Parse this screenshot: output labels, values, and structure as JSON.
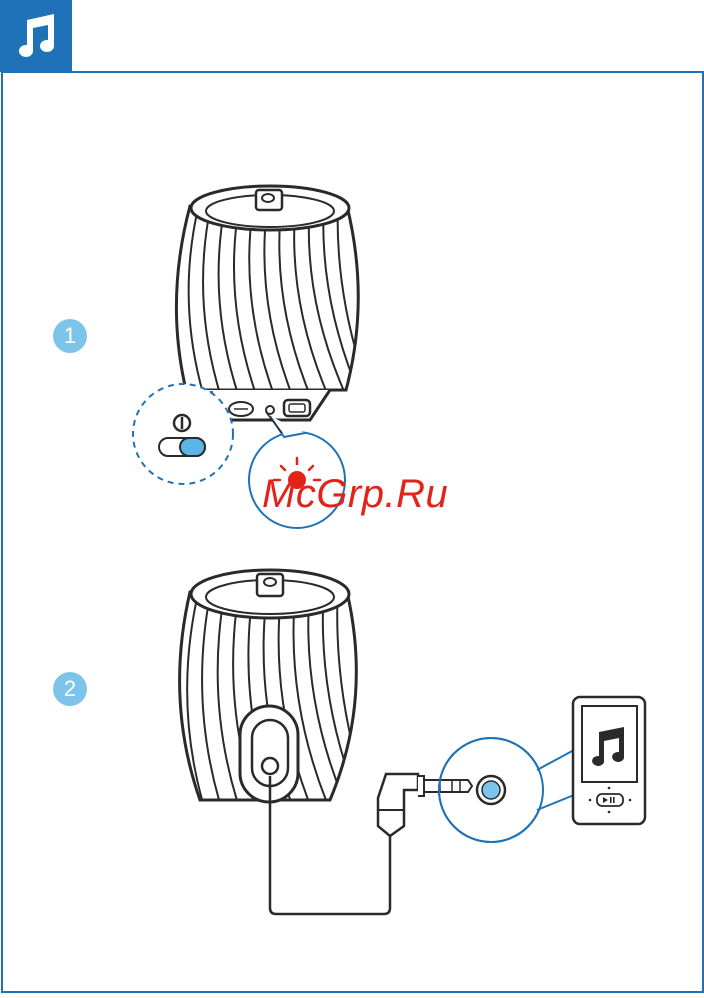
{
  "colors": {
    "accent_blue": "#1f72b8",
    "step_badge": "#7dc4ea",
    "switch_on": "#5ab6e6",
    "led_red": "#e2231a",
    "watermark_red": "#e2231a",
    "line": "#2a2a2a"
  },
  "header": {
    "icon": "music-note-icon"
  },
  "steps": [
    {
      "number": "1"
    },
    {
      "number": "2"
    }
  ],
  "power_switch": {
    "icon": "power-icon",
    "state": "on"
  },
  "led_indicator": {
    "color": "red",
    "state": "lit"
  },
  "player": {
    "screen_icon": "music-note-icon",
    "button_icon": "play-pause-icon"
  },
  "watermark": {
    "text": "McGrp.Ru"
  }
}
